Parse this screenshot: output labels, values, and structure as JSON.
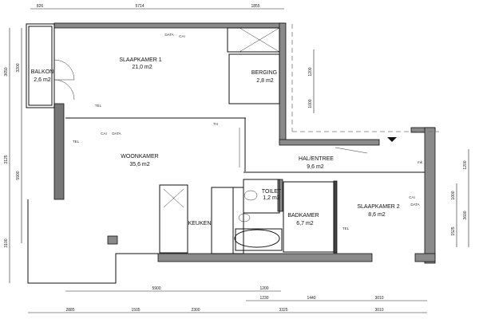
{
  "rooms": {
    "slaapkamer1": {
      "name": "SLAAPKAMER 1",
      "area": "21,0 m2"
    },
    "balkon": {
      "name": "BALKON",
      "area": "2,6 m2"
    },
    "berging": {
      "name": "BERGING",
      "area": "2,8 m2"
    },
    "woonkamer": {
      "name": "WOONKAMER",
      "area": "35,6 m2"
    },
    "hal": {
      "name": "HAL/ENTREE",
      "area": "9,6 m2"
    },
    "toilet": {
      "name": "TOILET",
      "area": "1,2 m2"
    },
    "badkamer": {
      "name": "BADKAMER",
      "area": "6,7 m2"
    },
    "slaapkamer2": {
      "name": "SLAAPKAMER 2",
      "area": "8,6 m2"
    },
    "keuken": {
      "name": "KEUKEN"
    }
  },
  "outlets": {
    "data": "DATA",
    "cai": "CAI",
    "tel": "TEL",
    "th": "TH",
    "mk": "mk"
  },
  "dimensions": {
    "top": [
      "826",
      "5714",
      "1855"
    ],
    "left": [
      "3650",
      "3200",
      "3125",
      "5900",
      "3100"
    ],
    "right_upper": [
      "1200",
      "1000"
    ],
    "right_lower": [
      "1200",
      "1000",
      "1525",
      "3600"
    ],
    "bottom_row1": [
      "5900",
      "1200"
    ],
    "bottom_row2": [
      "1230",
      "1440",
      "3010"
    ],
    "bottom_row3": [
      "2885",
      "1505",
      "2300",
      "3325",
      "3010"
    ]
  }
}
